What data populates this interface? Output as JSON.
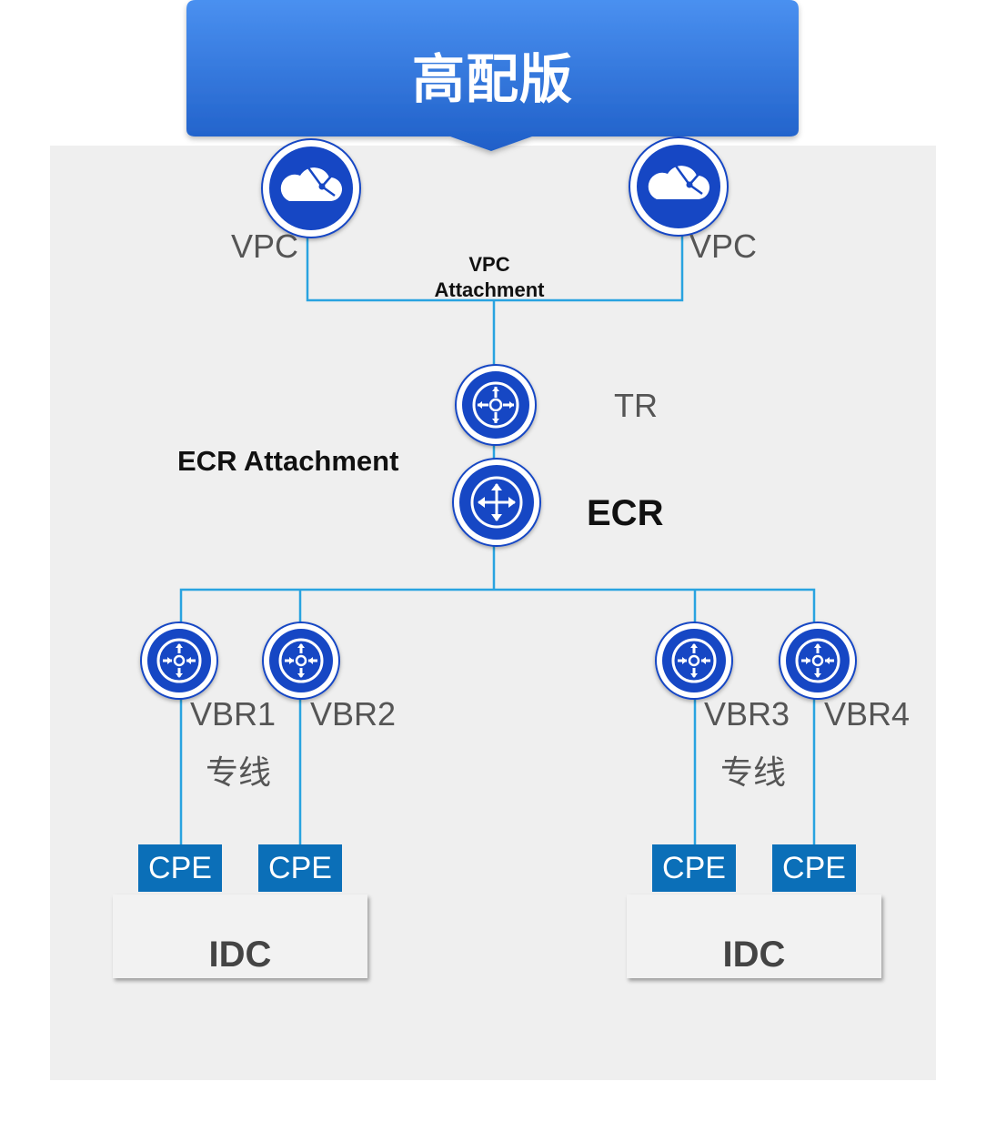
{
  "title": "高配版",
  "colors": {
    "banner_top": "#4a90f0",
    "banner_bottom": "#1f5fc8",
    "node_fill": "#1747c4",
    "line": "#29a3e0",
    "cpe": "#0b6fb8"
  },
  "labels": {
    "vpc_left": "VPC",
    "vpc_right": "VPC",
    "vpc_attachment_line1": "VPC",
    "vpc_attachment_line2": "Attachment",
    "tr": "TR",
    "ecr_attachment": "ECR Attachment",
    "ecr": "ECR",
    "vbr1": "VBR1",
    "vbr2": "VBR2",
    "vbr3": "VBR3",
    "vbr4": "VBR4",
    "line_left": "专线",
    "line_right": "专线",
    "cpe1": "CPE",
    "cpe2": "CPE",
    "cpe3": "CPE",
    "cpe4": "CPE",
    "idc_left": "IDC",
    "idc_right": "IDC"
  },
  "icons": {
    "vpc": "cloud-network-icon",
    "tr": "transit-router-icon",
    "ecr": "express-connect-router-icon",
    "vbr": "virtual-border-router-icon"
  }
}
